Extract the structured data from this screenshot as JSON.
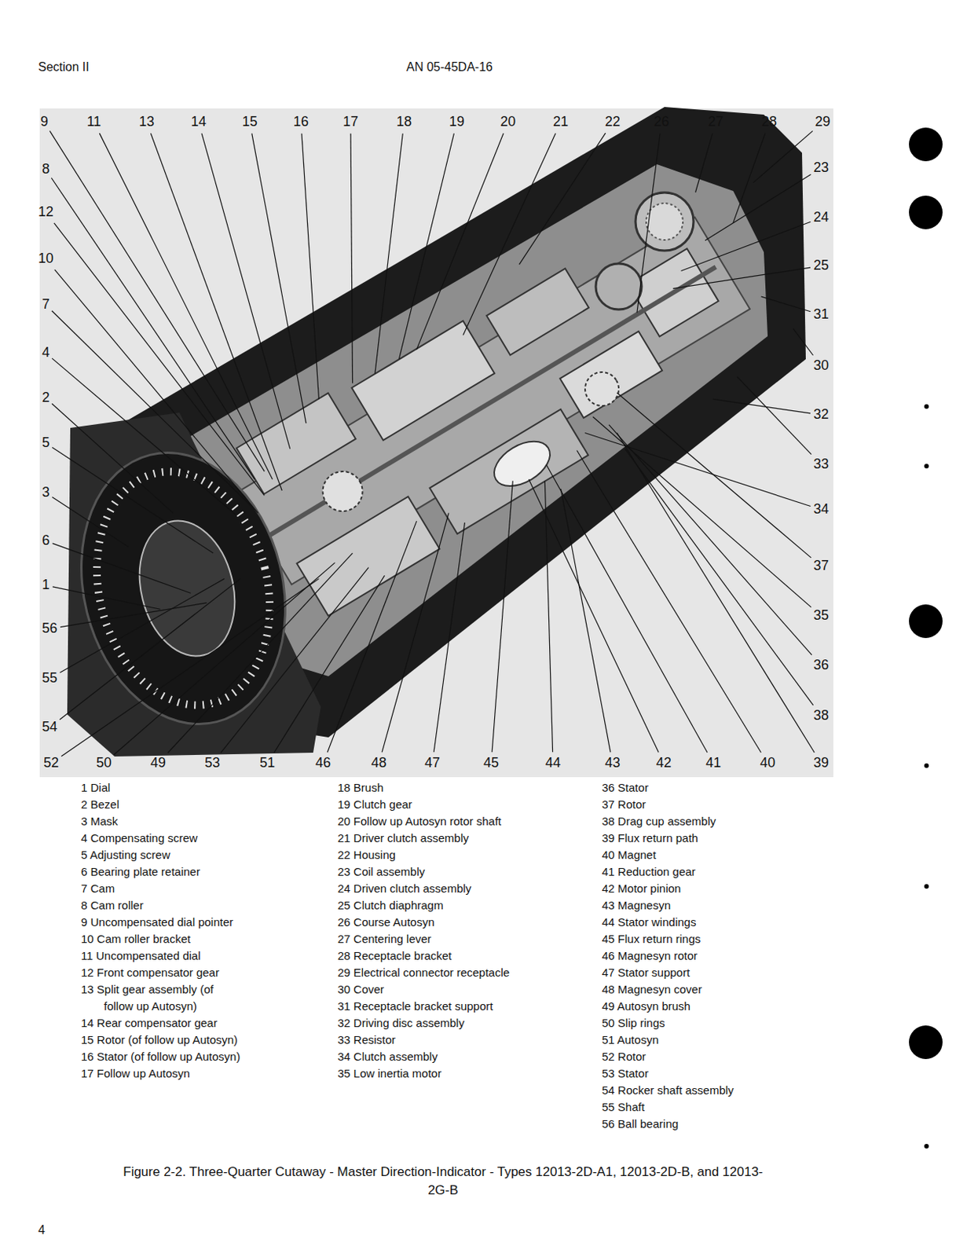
{
  "diagram": {
    "caption": "Figure 2-2. Three-Quarter Cutaway - Master Direction-Indicator - Types 12013-2D-A1, 12013-2D-B, and 12013-2G-B",
    "labels": [
      "Section II",
      "AN 05-45DA-16",
      "9",
      "11",
      "13",
      "14",
      "15",
      "16",
      "17",
      "18",
      "19",
      "20",
      "21",
      "22",
      "26",
      "27",
      "28",
      "29",
      "8",
      "12",
      "10",
      "7",
      "4",
      "2",
      "5",
      "3",
      "6",
      "1",
      "56",
      "55",
      "54",
      "52",
      "50",
      "49",
      "53",
      "51",
      "46",
      "48",
      "47",
      "45",
      "44",
      "43",
      "42",
      "41",
      "40",
      "39",
      "23",
      "24",
      "25",
      "31",
      "30",
      "32",
      "33",
      "34",
      "37",
      "35",
      "36",
      "38",
      "1 Dial",
      "2 Bezel",
      "3 Mask",
      "4 Compensating screw",
      "5 Adjusting screw",
      "6 Bearing plate retainer",
      "7 Cam",
      "8 Cam roller",
      "9 Uncompensated dial pointer",
      "10 Cam roller bracket",
      "11 Uncompensated dial",
      "12 Front compensator gear",
      "13 Split gear assembly (of follow up Autosyn)",
      "14 Rear compensator gear",
      "15 Rotor (of follow up Autosyn)",
      "16 Stator (of follow up Autosyn)",
      "17 Follow up Autosyn",
      "18 Brush",
      "19 Clutch gear",
      "20 Follow up Autosyn rotor shaft",
      "21 Driver clutch assembly",
      "22 Housing",
      "23 Coil assembly",
      "24 Driven clutch assembly",
      "25 Clutch diaphragm",
      "26 Course Autosyn",
      "27 Centering lever",
      "28 Receptacle bracket",
      "29 Electrical connector receptacle",
      "30 Cover",
      "31 Receptacle bracket support",
      "32 Driving disc assembly",
      "33 Resistor",
      "34 Clutch assembly",
      "35 Low inertia motor",
      "36 Stator",
      "37 Rotor",
      "38 Drag cup assembly",
      "39 Flux return path",
      "40 Magnet",
      "41 Reduction gear",
      "42 Motor pinion",
      "43 Magnesyn",
      "44 Stator windings",
      "45 Flux return rings",
      "46 Magnesyn rotor",
      "47 Stator support",
      "48 Magnesyn cover",
      "49 Autosyn brush",
      "50 Slip rings",
      "51 Autosyn",
      "52 Rotor",
      "53 Stator",
      "54 Rocker shaft assembly",
      "55 Shaft",
      "56 Ball bearing",
      "4"
    ]
  }
}
